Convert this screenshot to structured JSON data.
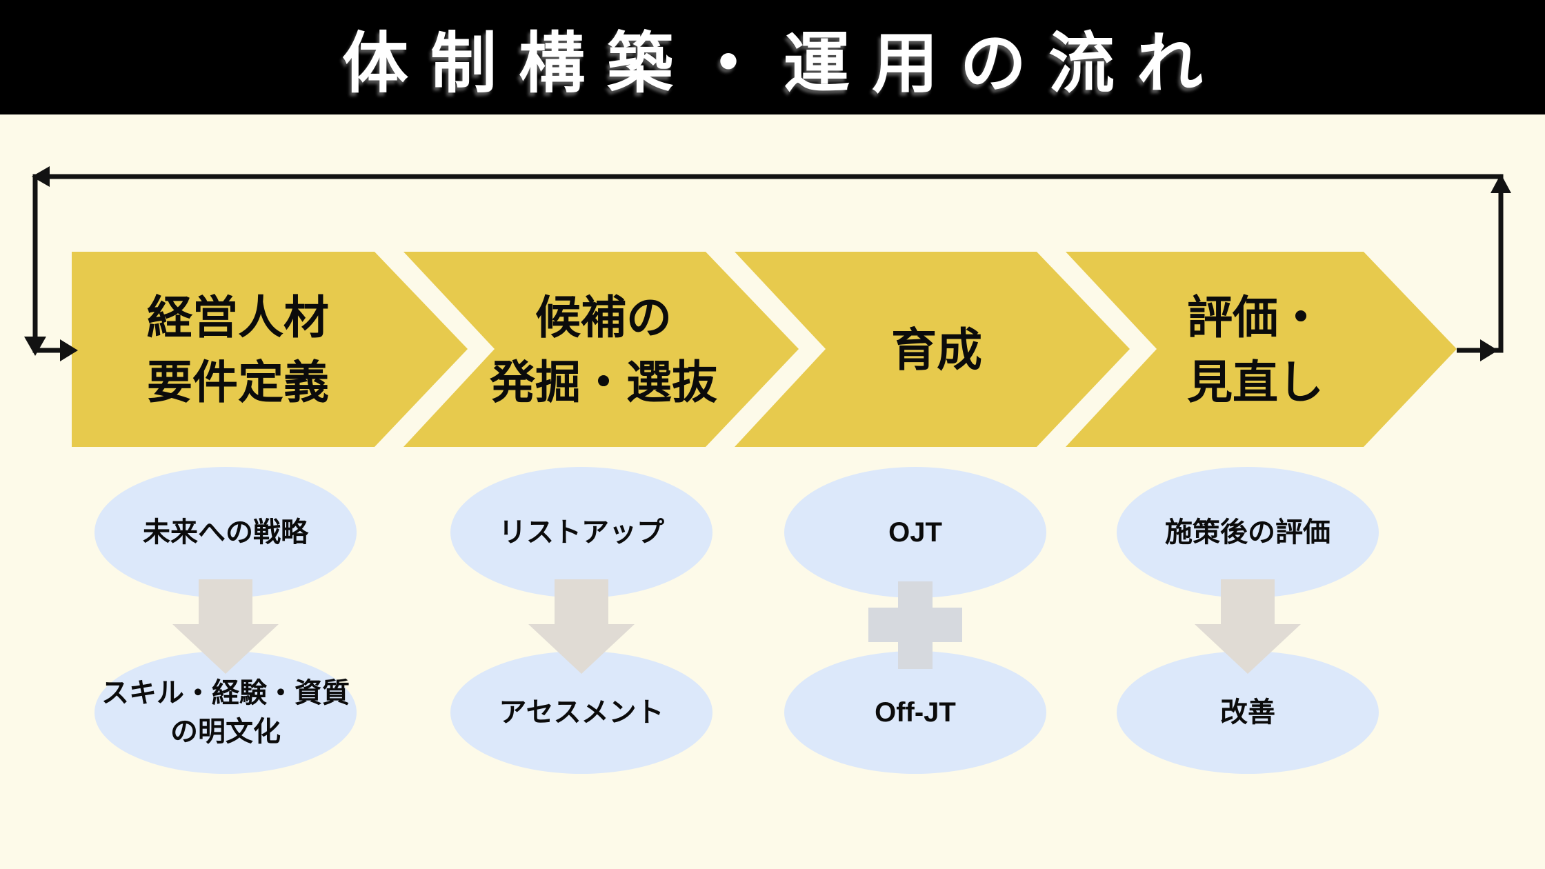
{
  "header": {
    "title": "体制構築・運用の流れ"
  },
  "colors": {
    "page_background": "#FDFAE9",
    "banner_background": "#000000",
    "title_text": "#FFFFFF",
    "chevron": "#E7CA4D",
    "bubble": "#DCE8FA",
    "connector_arrow": "#E0DBD4",
    "connector_plus": "#D6D9DE",
    "loop_line": "#121212",
    "label_text": "#0B0B0B"
  },
  "steps": [
    {
      "chevron_line1": "経営人材",
      "chevron_line2": "要件定義",
      "top_bubble": "未来への戦略",
      "connector": "down-arrow",
      "bottom_bubble_line1": "スキル・経験・資質",
      "bottom_bubble_line2": "の明文化"
    },
    {
      "chevron_line1": "候補の",
      "chevron_line2": "発掘・選抜",
      "top_bubble": "リストアップ",
      "connector": "down-arrow",
      "bottom_bubble_line1": "アセスメント",
      "bottom_bubble_line2": ""
    },
    {
      "chevron_line1": "育成",
      "chevron_line2": "",
      "top_bubble": "OJT",
      "connector": "plus",
      "bottom_bubble_line1": "Off-JT",
      "bottom_bubble_line2": ""
    },
    {
      "chevron_line1": "評価・",
      "chevron_line2": "見直し",
      "top_bubble": "施策後の評価",
      "connector": "down-arrow",
      "bottom_bubble_line1": "改善",
      "bottom_bubble_line2": ""
    }
  ]
}
